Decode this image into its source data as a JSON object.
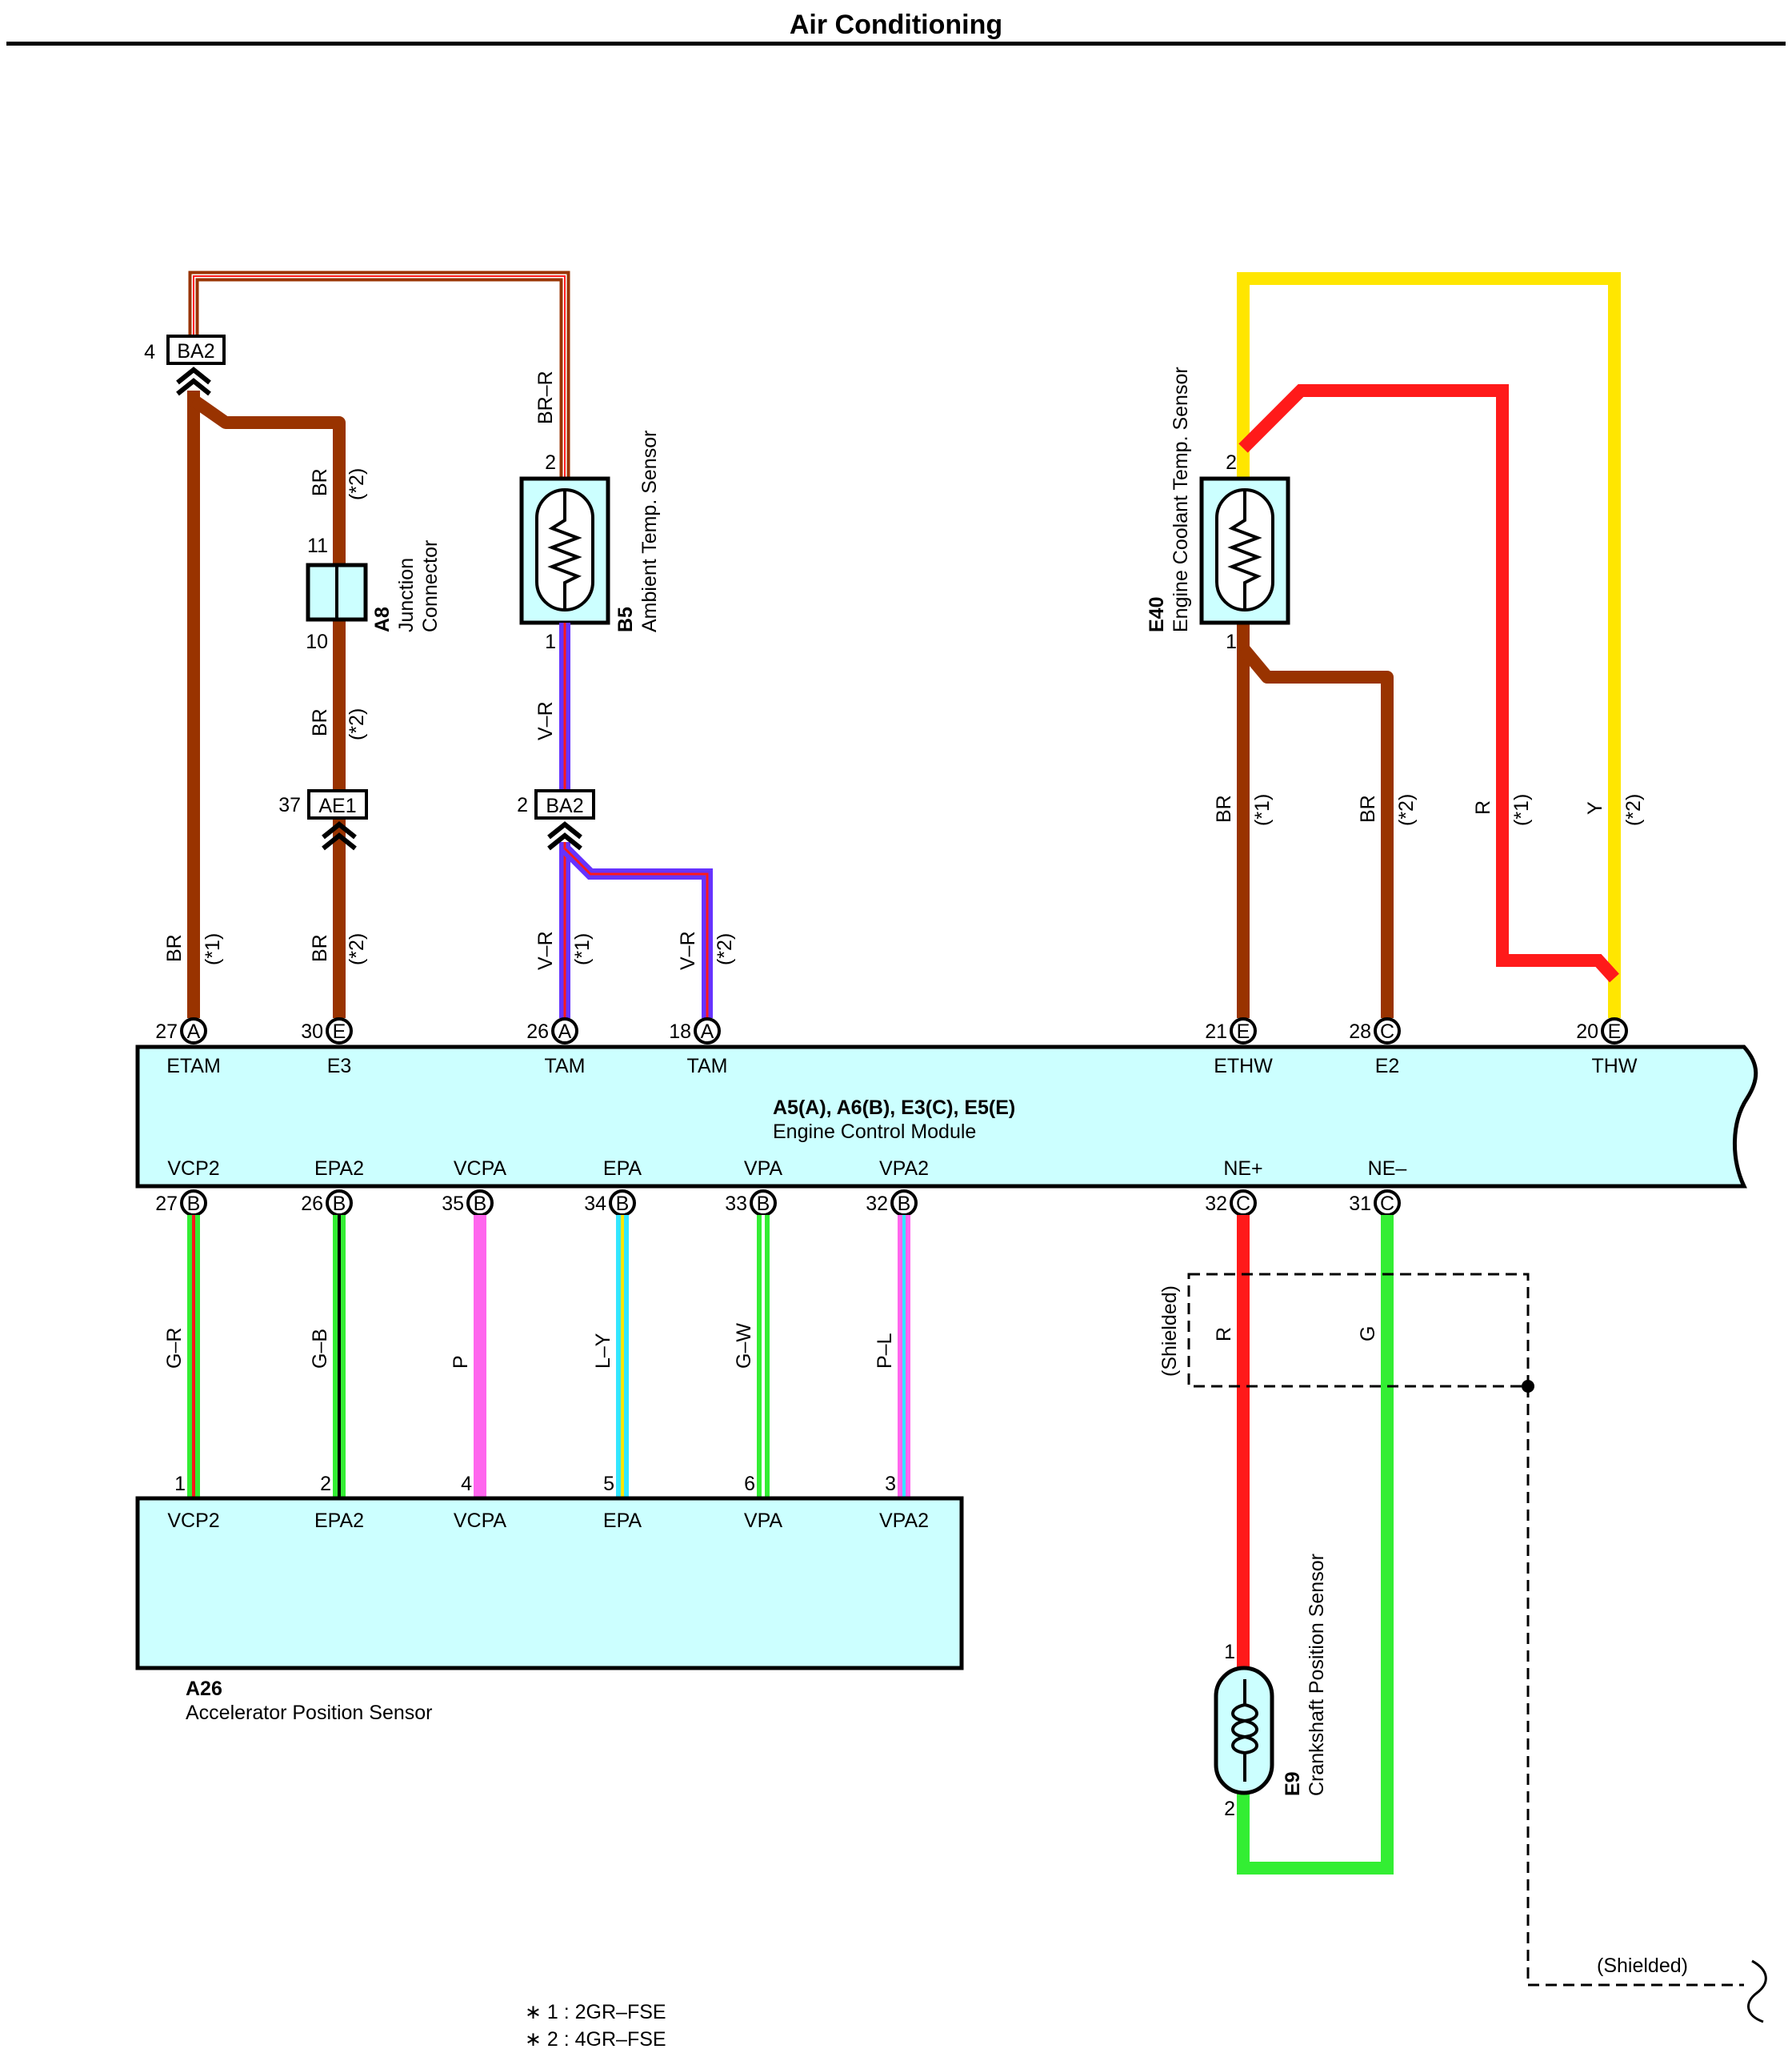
{
  "title": "Air Conditioning",
  "ecm": {
    "id": "A5(A), A6(B), E3(C), E5(E)",
    "name": "Engine Control Module",
    "top_pins": [
      {
        "num": "27",
        "conn": "A",
        "name": "ETAM"
      },
      {
        "num": "30",
        "conn": "E",
        "name": "E3"
      },
      {
        "num": "26",
        "conn": "A",
        "name": "TAM"
      },
      {
        "num": "18",
        "conn": "A",
        "name": "TAM"
      },
      {
        "num": "21",
        "conn": "E",
        "name": "ETHW"
      },
      {
        "num": "28",
        "conn": "C",
        "name": "E2"
      },
      {
        "num": "20",
        "conn": "E",
        "name": "THW"
      }
    ],
    "bottom_pins": [
      {
        "num": "27",
        "conn": "B",
        "name": "VCP2"
      },
      {
        "num": "26",
        "conn": "B",
        "name": "EPA2"
      },
      {
        "num": "35",
        "conn": "B",
        "name": "VCPA"
      },
      {
        "num": "34",
        "conn": "B",
        "name": "EPA"
      },
      {
        "num": "33",
        "conn": "B",
        "name": "VPA"
      },
      {
        "num": "32",
        "conn": "B",
        "name": "VPA2"
      },
      {
        "num": "32",
        "conn": "C",
        "name": "NE+"
      },
      {
        "num": "31",
        "conn": "C",
        "name": "NE–"
      }
    ]
  },
  "accel_sensor": {
    "id": "A26",
    "name": "Accelerator Position Sensor",
    "pins": [
      {
        "num": "1",
        "name": "VCP2",
        "wire": "G–R"
      },
      {
        "num": "2",
        "name": "EPA2",
        "wire": "G–B"
      },
      {
        "num": "4",
        "name": "VCPA",
        "wire": "P"
      },
      {
        "num": "5",
        "name": "EPA",
        "wire": "L–Y"
      },
      {
        "num": "6",
        "name": "VPA",
        "wire": "G–W"
      },
      {
        "num": "3",
        "name": "VPA2",
        "wire": "P–L"
      }
    ]
  },
  "junction_connector": {
    "id": "A8",
    "name1": "Junction",
    "name2": "Connector",
    "pin_top": "11",
    "pin_bottom": "10"
  },
  "ambient_sensor": {
    "id": "B5",
    "name": "Ambient Temp.  Sensor",
    "pin_top": "2",
    "pin_bottom": "1"
  },
  "coolant_sensor": {
    "id": "E40",
    "name": "Engine Coolant Temp.  Sensor",
    "pin_top": "2",
    "pin_bottom": "1"
  },
  "crank_sensor": {
    "id": "E9",
    "name": "Crankshaft Position Sensor",
    "pin_top": "1",
    "pin_bottom": "2"
  },
  "connectors": [
    {
      "pin": "4",
      "name": "BA2"
    },
    {
      "pin": "37",
      "name": "AE1"
    },
    {
      "pin": "2",
      "name": "BA2"
    }
  ],
  "wire_labels": {
    "br_r": "BR–R",
    "br": "BR",
    "v_r": "V–R",
    "r": "R",
    "y": "Y",
    "g": "G",
    "note1": "(*1)",
    "note2": "(*2)"
  },
  "shielded": "(Shielded)",
  "notes": [
    "∗ 1 : 2GR–FSE",
    "∗ 2 : 4GR–FSE"
  ],
  "colors": {
    "brown": "#993300",
    "red": "#ff1a1a",
    "yellow": "#ffe600",
    "green": "#33ee33",
    "pink": "#ff66ee",
    "cyan": "#33e6ff",
    "violet": "#6633ff",
    "box_fill": "#ccffff"
  }
}
